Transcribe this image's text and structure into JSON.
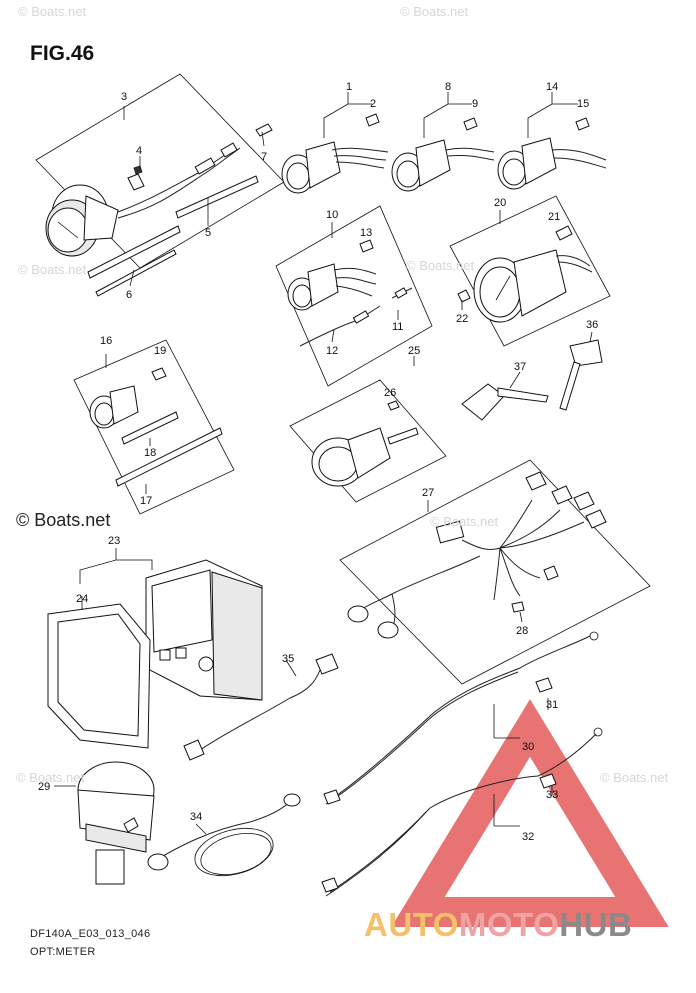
{
  "figure": {
    "title": "FIG.46",
    "code": "DF140A_E03_013_046",
    "caption": "OPT:METER"
  },
  "watermarks": {
    "small": "© Boats.net",
    "bold": "© Boats.net"
  },
  "brand": {
    "part1": "AUTO",
    "part2": "MOTO",
    "part3": "HUB",
    "colors": {
      "auto": "#f4c06a",
      "moto": "#f0a3a3",
      "hub": "#8a8a8a",
      "triangle": "#e35b5b"
    }
  },
  "callouts": [
    "1",
    "2",
    "3",
    "4",
    "5",
    "6",
    "7",
    "8",
    "9",
    "10",
    "11",
    "12",
    "13",
    "14",
    "15",
    "16",
    "17",
    "18",
    "19",
    "20",
    "21",
    "22",
    "23",
    "24",
    "25",
    "26",
    "27",
    "28",
    "29",
    "30",
    "31",
    "32",
    "33",
    "34",
    "35",
    "36",
    "37"
  ]
}
